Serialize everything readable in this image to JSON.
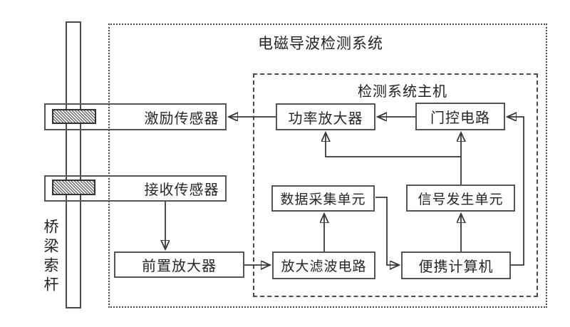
{
  "colors": {
    "background": "#ffffff",
    "line": "#383838",
    "box_border": "#555555",
    "dashed_border": "#4a4a4a",
    "text": "#262626"
  },
  "diagram": {
    "system_title": "电磁导波检测系统",
    "host_title": "检测系统主机",
    "cable_label": "桥梁索杆",
    "nodes": {
      "excitation_sensor": "激励传感器",
      "receiving_sensor": "接收传感器",
      "preamplifier": "前置放大器",
      "power_amplifier": "功率放大器",
      "gate_circuit": "门控电路",
      "data_acquisition_unit": "数据采集单元",
      "signal_generation_unit": "信号发生单元",
      "amplify_filter_circuit": "放大滤波电路",
      "portable_computer": "便携计算机"
    },
    "connections": [
      {
        "from": "门控电路",
        "to": "功率放大器"
      },
      {
        "from": "功率放大器",
        "to": "激励传感器"
      },
      {
        "from": "信号发生单元",
        "to": "门控电路"
      },
      {
        "from": "信号发生单元",
        "to": "功率放大器"
      },
      {
        "from": "便携计算机",
        "to": "信号发生单元"
      },
      {
        "from": "便携计算机",
        "to": "门控电路"
      },
      {
        "from": "数据采集单元",
        "to": "便携计算机"
      },
      {
        "from": "放大滤波电路",
        "to": "数据采集单元"
      },
      {
        "from": "前置放大器",
        "to": "放大滤波电路"
      },
      {
        "from": "接收传感器",
        "to": "前置放大器"
      }
    ]
  }
}
